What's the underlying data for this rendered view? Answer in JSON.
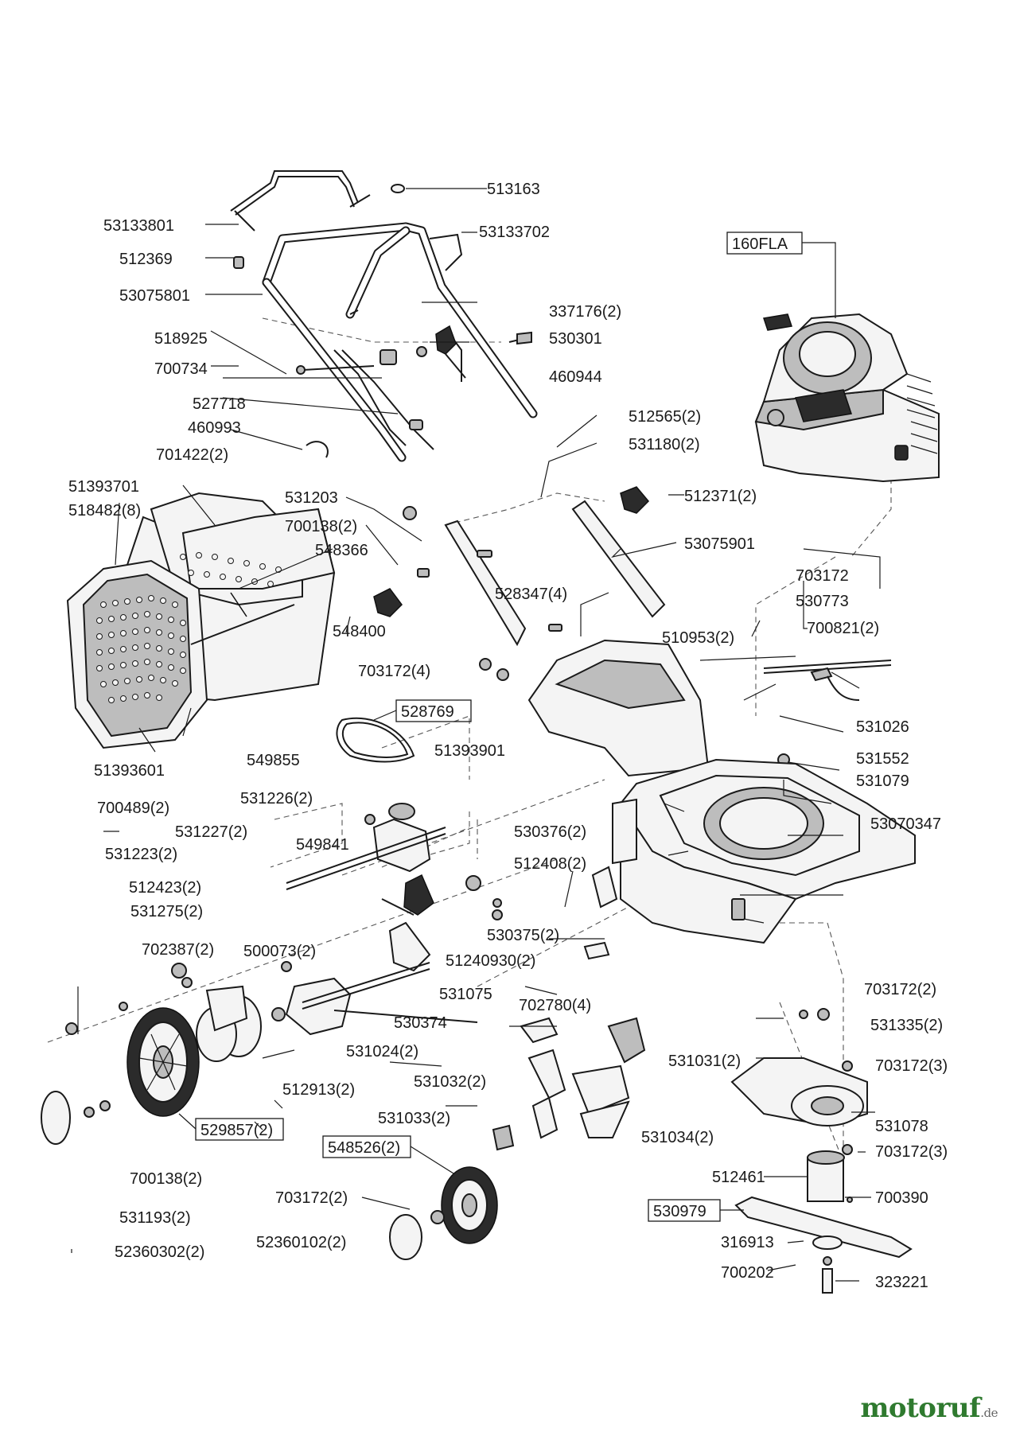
{
  "watermark": {
    "text": "motoruf",
    "suffix": ".de"
  },
  "labels": [
    {
      "id": "513163",
      "text": "513163"
    },
    {
      "id": "53133801",
      "text": "53133801"
    },
    {
      "id": "53133702",
      "text": "53133702"
    },
    {
      "id": "512369",
      "text": "512369"
    },
    {
      "id": "53075801",
      "text": "53075801"
    },
    {
      "id": "337176",
      "text": "337176(2)"
    },
    {
      "id": "518925",
      "text": "518925"
    },
    {
      "id": "530301",
      "text": "530301"
    },
    {
      "id": "700734",
      "text": "700734"
    },
    {
      "id": "460944",
      "text": "460944"
    },
    {
      "id": "527718",
      "text": "527718"
    },
    {
      "id": "460993",
      "text": "460993"
    },
    {
      "id": "701422",
      "text": "701422(2)"
    },
    {
      "id": "512565",
      "text": "512565(2)"
    },
    {
      "id": "531180",
      "text": "531180(2)"
    },
    {
      "id": "51393701",
      "text": "51393701"
    },
    {
      "id": "518482",
      "text": "518482(8)"
    },
    {
      "id": "531203",
      "text": "531203"
    },
    {
      "id": "512371",
      "text": "512371(2)"
    },
    {
      "id": "700138a",
      "text": "700138(2)"
    },
    {
      "id": "548366",
      "text": "548366"
    },
    {
      "id": "53075901",
      "text": "53075901"
    },
    {
      "id": "703172a",
      "text": "703172"
    },
    {
      "id": "528347",
      "text": "528347(4)"
    },
    {
      "id": "530773",
      "text": "530773"
    },
    {
      "id": "548400",
      "text": "548400"
    },
    {
      "id": "700821",
      "text": "700821(2)"
    },
    {
      "id": "510953",
      "text": "510953(2)"
    },
    {
      "id": "703172b",
      "text": "703172(4)"
    },
    {
      "id": "531026",
      "text": "531026"
    },
    {
      "id": "51393901",
      "text": "51393901"
    },
    {
      "id": "531552",
      "text": "531552"
    },
    {
      "id": "51393601",
      "text": "51393601"
    },
    {
      "id": "549855",
      "text": "549855"
    },
    {
      "id": "531079",
      "text": "531079"
    },
    {
      "id": "700489",
      "text": "700489(2)"
    },
    {
      "id": "531226",
      "text": "531226(2)"
    },
    {
      "id": "531227",
      "text": "531227(2)"
    },
    {
      "id": "549841",
      "text": "549841"
    },
    {
      "id": "530376",
      "text": "530376(2)"
    },
    {
      "id": "53070347",
      "text": "53070347"
    },
    {
      "id": "531223",
      "text": "531223(2)"
    },
    {
      "id": "512408",
      "text": "512408(2)"
    },
    {
      "id": "512423",
      "text": "512423(2)"
    },
    {
      "id": "531275",
      "text": "531275(2)"
    },
    {
      "id": "530375",
      "text": "530375(2)"
    },
    {
      "id": "702387",
      "text": "702387(2)"
    },
    {
      "id": "500073",
      "text": "500073(2)"
    },
    {
      "id": "51240930",
      "text": "51240930(2)"
    },
    {
      "id": "531075",
      "text": "531075"
    },
    {
      "id": "703172c",
      "text": "703172(2)"
    },
    {
      "id": "702780",
      "text": "702780(4)"
    },
    {
      "id": "530374",
      "text": "530374"
    },
    {
      "id": "531335",
      "text": "531335(2)"
    },
    {
      "id": "531024",
      "text": "531024(2)"
    },
    {
      "id": "531031",
      "text": "531031(2)"
    },
    {
      "id": "703172d",
      "text": "703172(3)"
    },
    {
      "id": "531032",
      "text": "531032(2)"
    },
    {
      "id": "512913",
      "text": "512913(2)"
    },
    {
      "id": "531078",
      "text": "531078"
    },
    {
      "id": "531033",
      "text": "531033(2)"
    },
    {
      "id": "531034",
      "text": "531034(2)"
    },
    {
      "id": "703172e",
      "text": "703172(3)"
    },
    {
      "id": "700138b",
      "text": "700138(2)"
    },
    {
      "id": "512461",
      "text": "512461"
    },
    {
      "id": "703172f",
      "text": "703172(2)"
    },
    {
      "id": "700390",
      "text": "700390"
    },
    {
      "id": "531193",
      "text": "531193(2)"
    },
    {
      "id": "316913",
      "text": "316913"
    },
    {
      "id": "52360102",
      "text": "52360102(2)"
    },
    {
      "id": "700202",
      "text": "700202"
    },
    {
      "id": "52360302",
      "text": "52360302(2)"
    },
    {
      "id": "323221",
      "text": "323221"
    }
  ],
  "boxed_labels": [
    {
      "id": "160FLA",
      "text": "160FLA"
    },
    {
      "id": "528769",
      "text": "528769"
    },
    {
      "id": "529857",
      "text": "529857(2)"
    },
    {
      "id": "548526",
      "text": "548526(2)"
    },
    {
      "id": "530979",
      "text": "530979"
    }
  ]
}
